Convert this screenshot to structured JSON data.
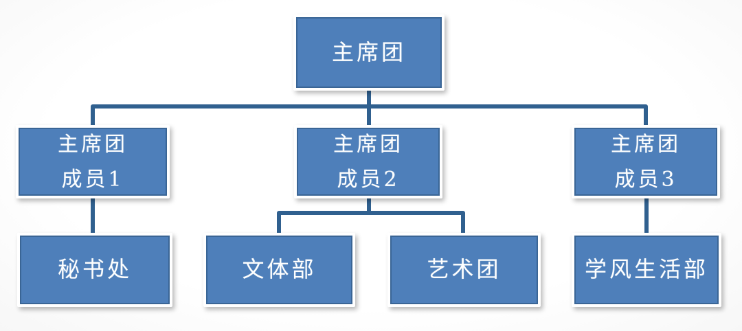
{
  "diagram": {
    "type": "org-chart",
    "colors": {
      "node_fill": "#4e7fba",
      "node_inner_border": "#3a6595",
      "node_frame": "#ffffff",
      "connector": "#30608f",
      "text": "#ffffff",
      "background": "#fdfdfd"
    },
    "nodes": {
      "presidium": {
        "lines": [
          "主席团"
        ]
      },
      "member1": {
        "lines": [
          "主席团",
          "成员1"
        ]
      },
      "member2": {
        "lines": [
          "主席团",
          "成员2"
        ]
      },
      "member3": {
        "lines": [
          "主席团",
          "成员3"
        ]
      },
      "secretariat": {
        "lines": [
          "秘书处"
        ]
      },
      "culture_sports_dept": {
        "lines": [
          "文体部"
        ]
      },
      "art_troupe": {
        "lines": [
          "艺术团"
        ]
      },
      "study_life_dept": {
        "lines": [
          "学风生活部"
        ]
      }
    },
    "edges": [
      {
        "from": "presidium",
        "to": "member1"
      },
      {
        "from": "presidium",
        "to": "member2"
      },
      {
        "from": "presidium",
        "to": "member3"
      },
      {
        "from": "member1",
        "to": "secretariat"
      },
      {
        "from": "member2",
        "to": "culture_sports_dept"
      },
      {
        "from": "member2",
        "to": "art_troupe"
      },
      {
        "from": "member3",
        "to": "study_life_dept"
      }
    ]
  }
}
